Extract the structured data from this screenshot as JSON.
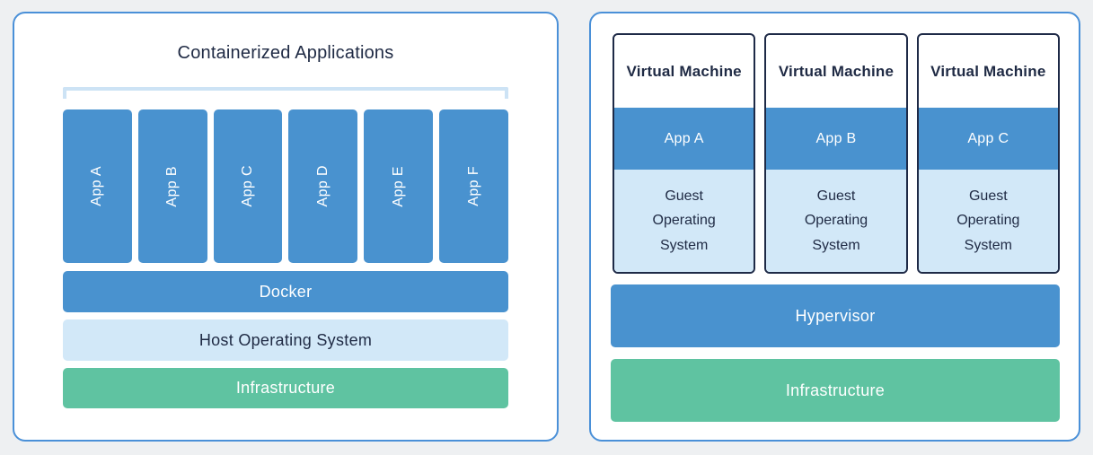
{
  "colors": {
    "page_background": "#eef0f2",
    "panel_border_blue": "#4a90d8",
    "primary_blue": "#4992cf",
    "light_blue": "#d2e8f8",
    "bracket_blue": "#cde3f5",
    "green": "#5fc3a1",
    "navy_text": "#1f2a44",
    "vm_border_navy": "#1e2a47",
    "white_text": "#ffffff"
  },
  "left_panel": {
    "title": "Containerized Applications",
    "apps": [
      "App A",
      "App B",
      "App C",
      "App D",
      "App E",
      "App F"
    ],
    "layers": [
      {
        "label": "Docker"
      },
      {
        "label": "Host Operating System"
      },
      {
        "label": "Infrastructure"
      }
    ]
  },
  "right_panel": {
    "vms": [
      {
        "title": "Virtual Machine",
        "app": "App A",
        "os": "Guest Operating System"
      },
      {
        "title": "Virtual Machine",
        "app": "App B",
        "os": "Guest Operating System"
      },
      {
        "title": "Virtual Machine",
        "app": "App C",
        "os": "Guest Operating System"
      }
    ],
    "layers": [
      {
        "label": "Hypervisor"
      },
      {
        "label": "Infrastructure"
      }
    ]
  }
}
